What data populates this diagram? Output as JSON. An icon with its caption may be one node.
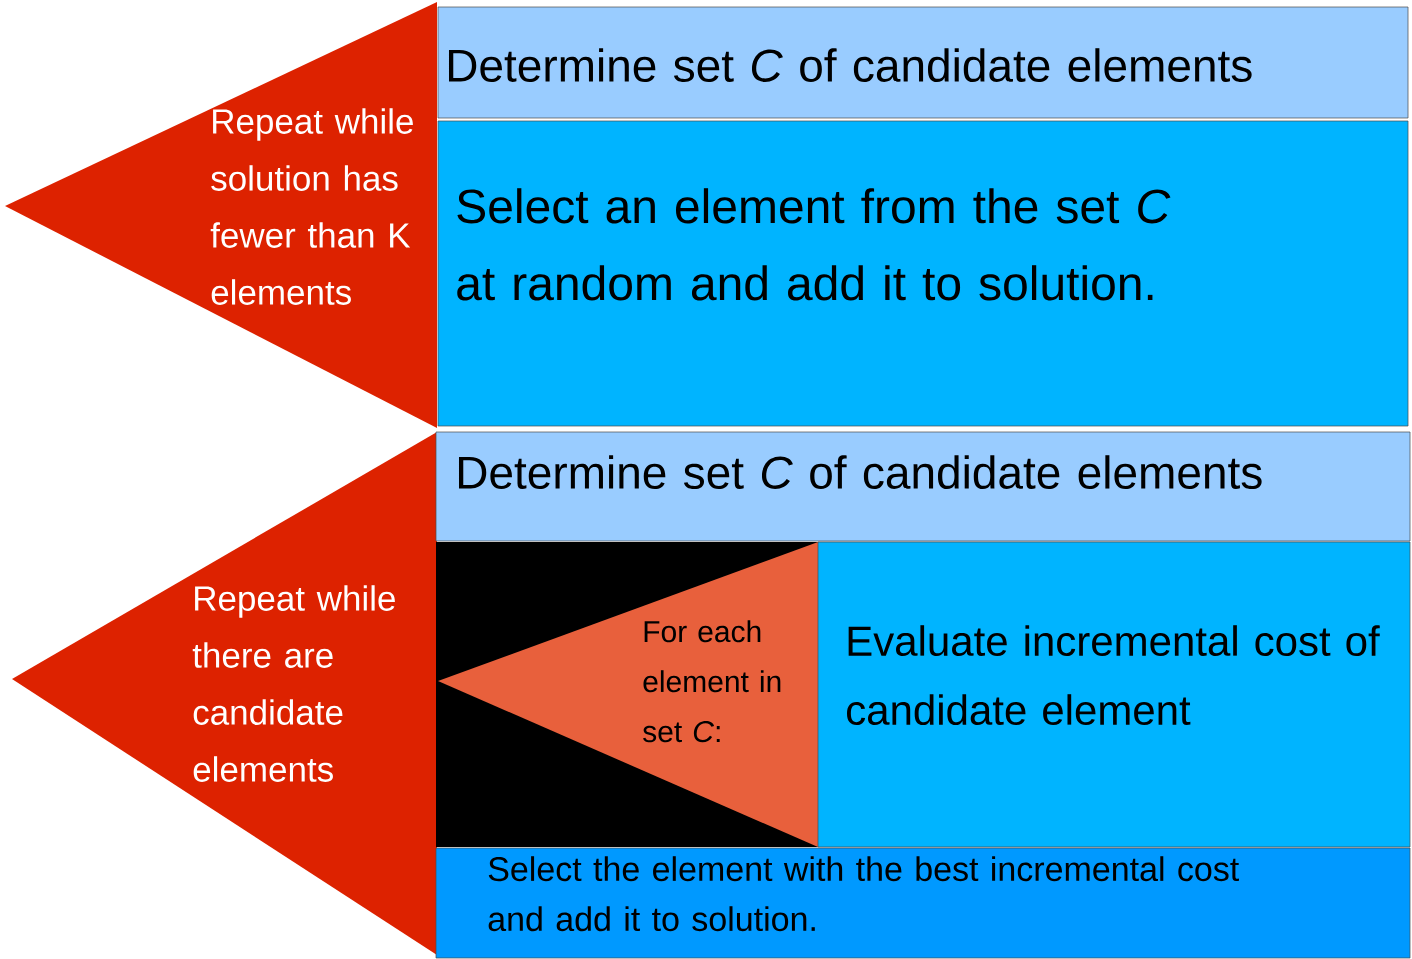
{
  "diagram": {
    "nodes": [
      {
        "text": [
          "Repeat while solution has fewer than K elements"
        ]
      },
      {
        "text": [
          "Determine set *C* of candidate elements"
        ]
      },
      {
        "text": [
          "Select an element from the set *C* at random and add it to solution."
        ]
      },
      {
        "text": [
          "Repeat while there are candidate elements"
        ]
      },
      {
        "text": [
          "Determine set *C* of candidate elements"
        ]
      },
      {
        "text": [],
        "shape": "box"
      },
      {
        "text": [
          "For each element in set *C*:"
        ],
        "in": 5
      },
      {
        "text": [
          "Evaluate incremental cost of candidate element"
        ]
      },
      {
        "text": [
          "Select the element with the best incremental cost and add it to solution."
        ]
      }
    ]
  }
}
